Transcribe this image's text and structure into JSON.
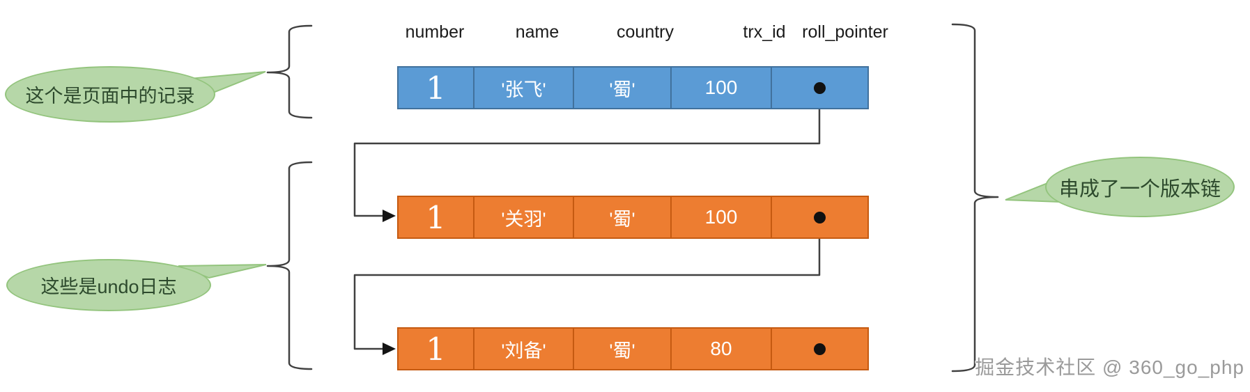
{
  "diagram": {
    "columns": [
      "number",
      "name",
      "country",
      "trx_id",
      "roll_pointer"
    ],
    "rows": [
      {
        "kind": "page-record",
        "number": "1",
        "name": "'张飞'",
        "country": "'蜀'",
        "trx_id": "100",
        "roll_pointer": "dot"
      },
      {
        "kind": "undo-log",
        "number": "1",
        "name": "'关羽'",
        "country": "'蜀'",
        "trx_id": "100",
        "roll_pointer": "dot"
      },
      {
        "kind": "undo-log",
        "number": "1",
        "name": "'刘备'",
        "country": "'蜀'",
        "trx_id": "80",
        "roll_pointer": "dot"
      }
    ],
    "callouts": [
      {
        "text": "这个是页面中的记录"
      },
      {
        "text": "这些是undo日志"
      },
      {
        "text": "串成了一个版本链"
      }
    ],
    "watermark": "掘金技术社区 @ 360_go_php",
    "colors": {
      "page_record_fill": "#5b9bd5",
      "page_record_border": "#41719c",
      "undo_log_fill": "#ed7d31",
      "undo_log_border": "#c55a11",
      "callout_fill": "#b6d7a8",
      "callout_border": "#93c47d",
      "line": "#404040"
    }
  }
}
